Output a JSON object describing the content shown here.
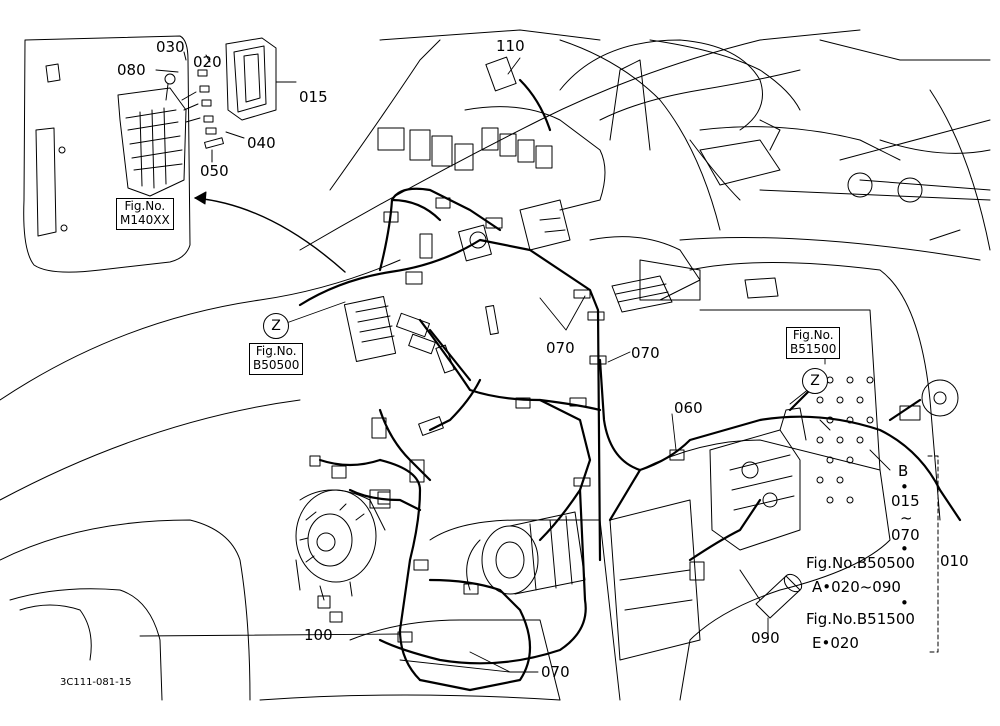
{
  "parts": {
    "p030": "030",
    "p020": "020",
    "p080": "080",
    "p015": "015",
    "p040": "040",
    "p050": "050",
    "p110": "110",
    "p070a": "070",
    "p070b": "070",
    "p070c": "070",
    "p060": "060",
    "p100": "100",
    "p090": "090",
    "p010": "010"
  },
  "refs": {
    "m140_fig": "Fig.No.",
    "m140_num": "M140XX",
    "b50_fig": "Fig.No.",
    "b50_num": "B50500",
    "b51_fig": "Fig.No.",
    "b51_num": "B51500"
  },
  "callouts": {
    "z1": "Z",
    "z2": "Z"
  },
  "legend": {
    "b": "B",
    "dot1": "•",
    "l015": "015",
    "tilde": "~",
    "l070": "070",
    "dot2": "•",
    "fig_b50500": "Fig.No.B50500",
    "a_range": "A•020~090",
    "dot3": "•",
    "fig_b51500": "Fig.No.B51500",
    "e020": "E•020"
  },
  "drawing_code": "3C111-081-15"
}
